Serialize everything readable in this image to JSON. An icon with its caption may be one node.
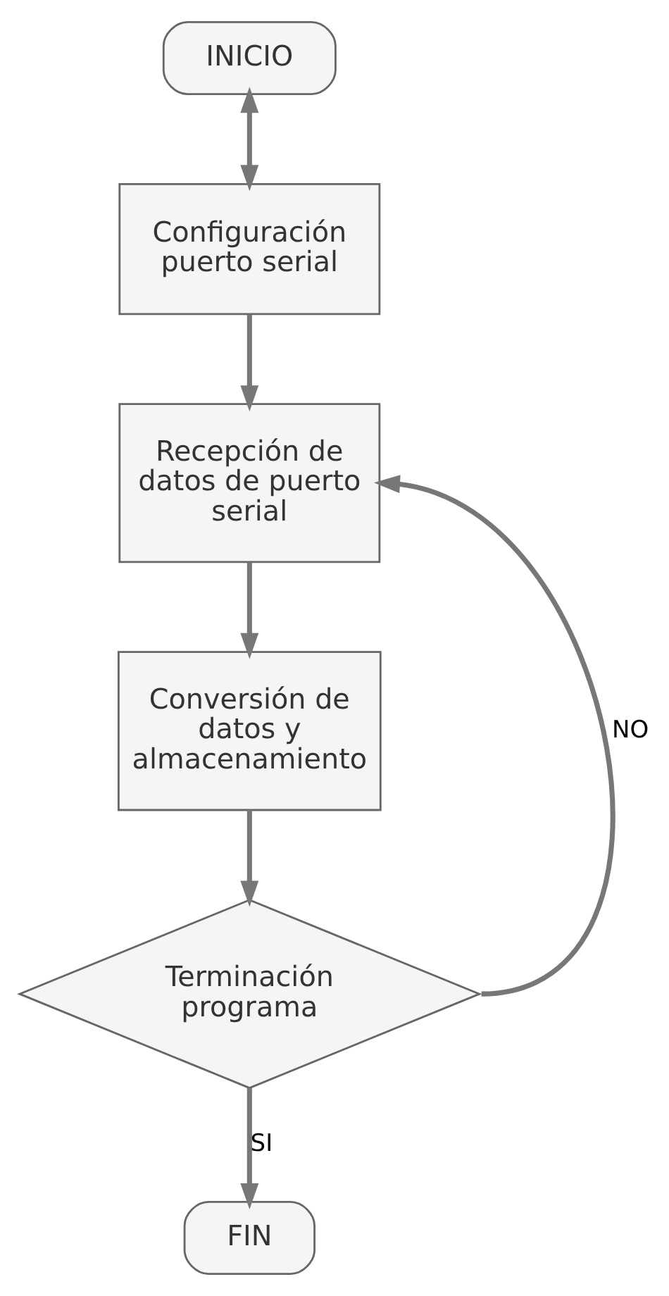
{
  "diagram": {
    "nodes": [
      {
        "text": [
          "INICIO"
        ]
      },
      {
        "text": [
          "Configuración puerto serial"
        ]
      },
      {
        "text": [
          "Recepción de datos de puerto serial"
        ]
      },
      {
        "text": [
          "Conversión de datos y almacenamiento"
        ]
      },
      {
        "text": [
          "Terminación programa"
        ]
      },
      {
        "text": [
          "FIN"
        ]
      }
    ],
    "edges": [
      {
        "from": 0,
        "to": 1,
        "arrow": "both"
      },
      {
        "from": 1,
        "to": 2,
        "arrow": "to"
      },
      {
        "from": 2,
        "to": 3,
        "arrow": "to"
      },
      {
        "from": 3,
        "to": 4,
        "arrow": "to"
      },
      {
        "from": 4,
        "to": 2,
        "arrow": "to",
        "label": "NO"
      },
      {
        "from": 4,
        "to": 5,
        "arrow": "to",
        "label": "SI"
      }
    ]
  }
}
